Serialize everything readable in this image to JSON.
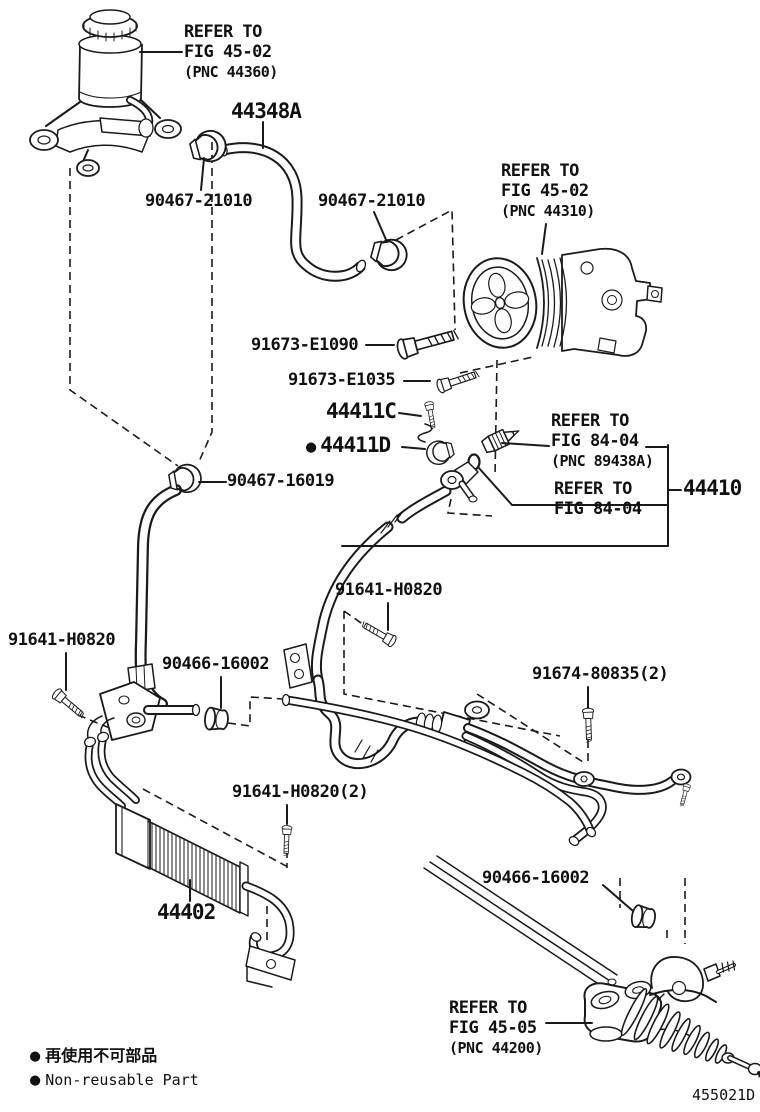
{
  "drawing_code": "455021D",
  "colors": {
    "line": "#1a1a1a",
    "background": "#ffffff"
  },
  "legend": {
    "bullet": "●",
    "jp": "再使用不可部品",
    "en": "Non-reusable Part"
  },
  "labels": {
    "ref_reservoir": {
      "l1": "REFER TO",
      "l2": "FIG 45-02",
      "l3": "(PNC 44360)"
    },
    "hose_44348a": "44348A",
    "clamp_21010_left": "90467-21010",
    "clamp_21010_right": "90467-21010",
    "ref_pump": {
      "l1": "REFER TO",
      "l2": "FIG 45-02",
      "l3": "(PNC 44310)"
    },
    "bolt_e1090": "91673-E1090",
    "bolt_e1035": "91673-E1035",
    "union_44411c": "44411C",
    "gasket_44411d": "44411D",
    "clamp_16019": "90467-16019",
    "ref_switch": {
      "l1": "REFER TO",
      "l2": "FIG 84-04",
      "l3": "(PNC 89438A)"
    },
    "ref_fig8404": {
      "l1": "REFER TO",
      "l2": "FIG 84-04"
    },
    "tube_44410": "44410",
    "bolt_h0820_mid": "91641-H0820",
    "bolt_h0820_left": "91641-H0820",
    "clamp_16002_left": "90466-16002",
    "bolt_80835": "91674-80835(2)",
    "bolt_h0820_two": "91641-H0820(2)",
    "cooler_44402": "44402",
    "clamp_16002_right": "90466-16002",
    "ref_rack": {
      "l1": "REFER TO",
      "l2": "FIG 45-05",
      "l3": "(PNC 44200)"
    }
  }
}
